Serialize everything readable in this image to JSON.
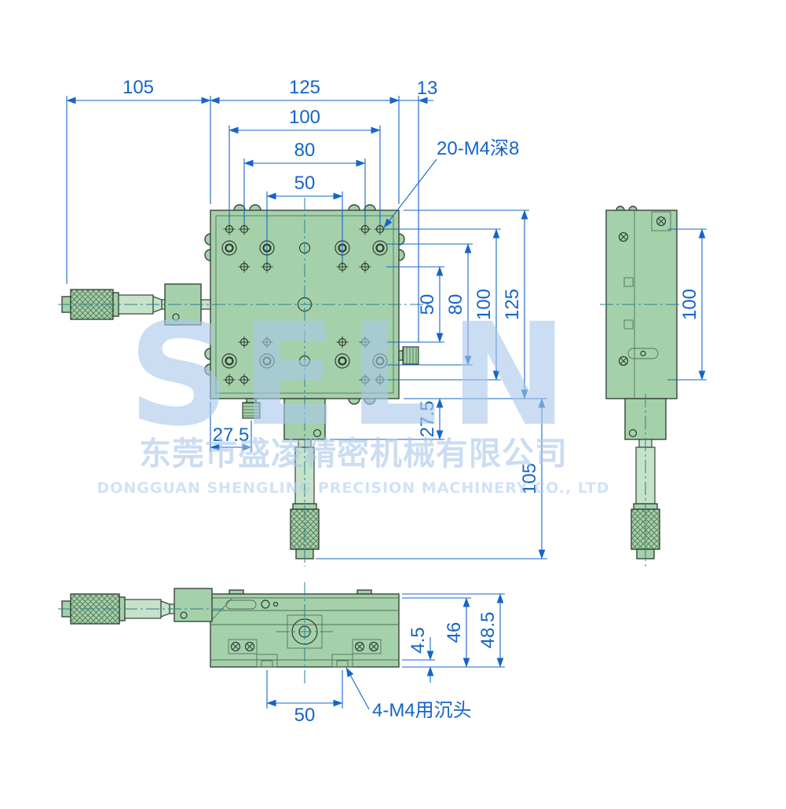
{
  "watermark": {
    "logo": "SELN",
    "company_cn": "东莞市盛凌精密机械有限公司",
    "company_en": "DONGGUAN SHENGLING PRECISION MACHINERY CO., LTD"
  },
  "colors": {
    "body_green": "#a5d1aa",
    "sleeve_green": "#c6e3c9",
    "outline": "#36453a",
    "dimension_blue": "#1565c8",
    "centerline_teal": "#2e7d92",
    "watermark_blue": "#a9c8ea"
  },
  "top_view": {
    "dim_micrometer_left": "105",
    "dim_total_width": "125",
    "dim_knob_right": "13",
    "dim_holes_100": "100",
    "dim_holes_80": "80",
    "dim_holes_50": "50",
    "dim_v50": "50",
    "dim_v80": "80",
    "dim_v100": "100",
    "dim_v125": "125",
    "dim_v27_5": "27.5",
    "dim_v105": "105",
    "dim_bottom_27_5": "27.5",
    "label_holes": "20-M4深8"
  },
  "side_view": {
    "dim_holes_100": "100"
  },
  "front_view": {
    "dim_step_4_5": "4.5",
    "dim_body_46": "46",
    "dim_total_48_5": "48.5",
    "dim_holes_50": "50",
    "label_holes": "4-M4用沉头"
  }
}
